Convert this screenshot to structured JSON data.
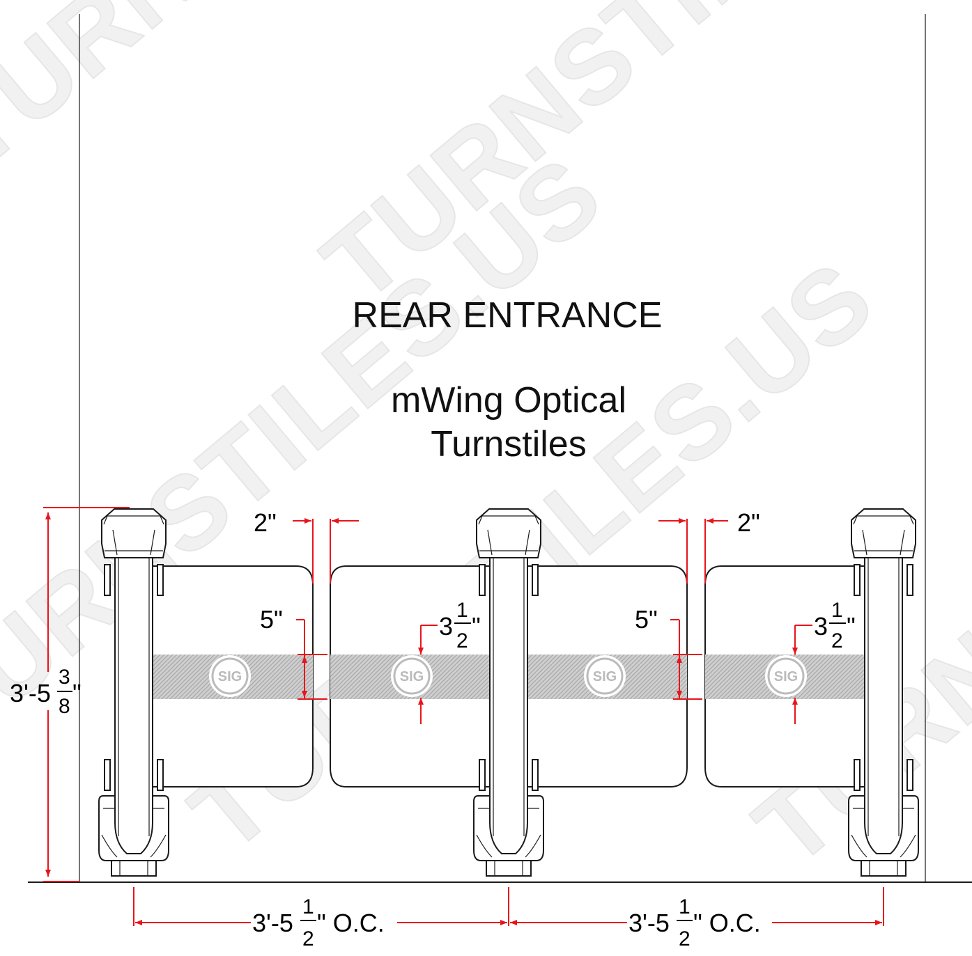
{
  "watermark": "TURNSTILES.US",
  "title": "REAR ENTRANCE",
  "subtitle_line1": "mWing Optical",
  "subtitle_line2": "Turnstiles",
  "logo_text": "SIG",
  "dimensions": {
    "overall_height": {
      "whole": "3'-5",
      "num": "3",
      "den": "8",
      "tail": "\""
    },
    "gap_left": "2\"",
    "gap_right": "2\"",
    "stripe_left": "5\"",
    "stripe_right": "5\"",
    "logo_left": {
      "whole": "3",
      "num": "1",
      "den": "2",
      "tail": "\""
    },
    "logo_right": {
      "whole": "3",
      "num": "1",
      "den": "2",
      "tail": "\""
    },
    "oc_left": {
      "whole": "3'-5",
      "num": "1",
      "den": "2",
      "tail": "\" O.C."
    },
    "oc_right": {
      "whole": "3'-5",
      "num": "1",
      "den": "2",
      "tail": "\" O.C."
    }
  },
  "colors": {
    "dimension": "#e8141b",
    "ink": "#1a1a1a",
    "stripe": "#bdbdbd",
    "watermark": "#f1f1f1"
  }
}
